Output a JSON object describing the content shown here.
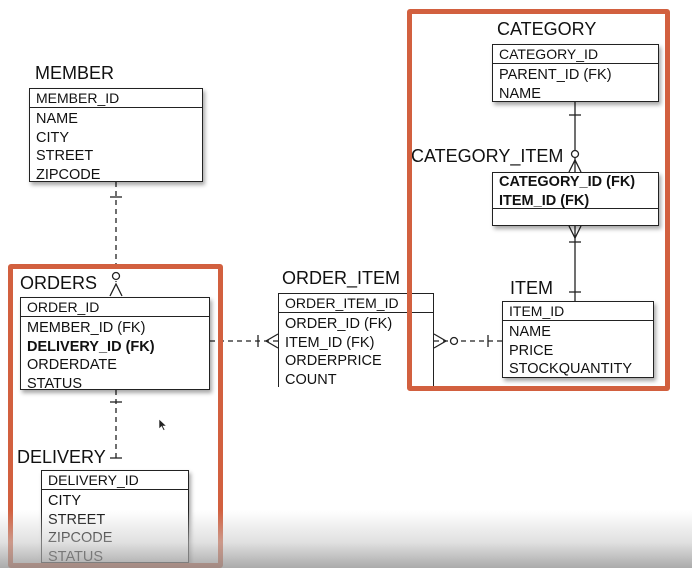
{
  "entities": {
    "member": {
      "title": "MEMBER",
      "pk": "MEMBER_ID",
      "attrs": [
        "NAME",
        "CITY",
        "STREET",
        "ZIPCODE"
      ]
    },
    "orders": {
      "title": "ORDERS",
      "pk": "ORDER_ID",
      "attrs": [
        "MEMBER_ID (FK)",
        "DELIVERY_ID (FK)",
        "ORDERDATE",
        "STATUS"
      ]
    },
    "delivery": {
      "title": "DELIVERY",
      "pk": "DELIVERY_ID",
      "attrs": [
        "CITY",
        "STREET",
        "ZIPCODE",
        "STATUS"
      ]
    },
    "order_item": {
      "title": "ORDER_ITEM",
      "pk": "ORDER_ITEM_ID",
      "attrs": [
        "ORDER_ID (FK)",
        "ITEM_ID (FK)",
        "ORDERPRICE",
        "COUNT"
      ]
    },
    "category": {
      "title": "CATEGORY",
      "pk": "CATEGORY_ID",
      "attrs": [
        "PARENT_ID (FK)",
        "NAME"
      ]
    },
    "category_item": {
      "title": "CATEGORY_ITEM",
      "attrs": [
        "CATEGORY_ID (FK)",
        "ITEM_ID (FK)"
      ]
    },
    "item": {
      "title": "ITEM",
      "pk": "ITEM_ID",
      "attrs": [
        "NAME",
        "PRICE",
        "STOCKQUANTITY"
      ]
    }
  },
  "colors": {
    "highlight": "#d2603f",
    "line": "#222222"
  }
}
